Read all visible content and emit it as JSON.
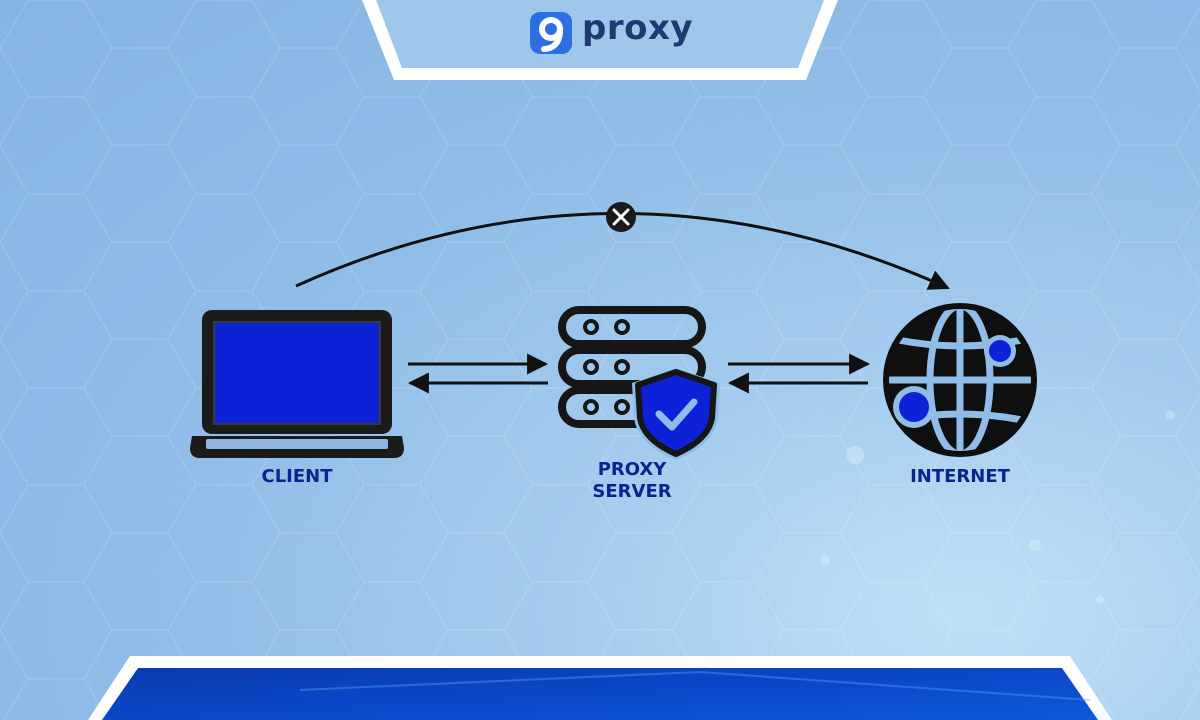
{
  "brand": {
    "name": "proxy",
    "logo_mark": "9",
    "logo_color": "#2c6fe0",
    "text_color": "#1e3a73"
  },
  "nodes": {
    "client": {
      "label": "CLIENT",
      "icon": "laptop-icon"
    },
    "proxy_server": {
      "label_line1": "PROXY",
      "label_line2": "SERVER",
      "icon": "server-shield-icon"
    },
    "internet": {
      "label": "INTERNET",
      "icon": "globe-icon"
    }
  },
  "edges": [
    {
      "from": "client",
      "to": "proxy_server",
      "direction": "both"
    },
    {
      "from": "proxy_server",
      "to": "internet",
      "direction": "both"
    },
    {
      "from": "client",
      "to": "internet",
      "direction": "forward",
      "blocked": true,
      "marker": "x-icon"
    }
  ],
  "colors": {
    "accent_blue": "#0d22d6",
    "label_blue": "#0a2391",
    "outline": "#111111",
    "frame_white": "#ffffff",
    "footer_blue": "#0a3fb5"
  }
}
